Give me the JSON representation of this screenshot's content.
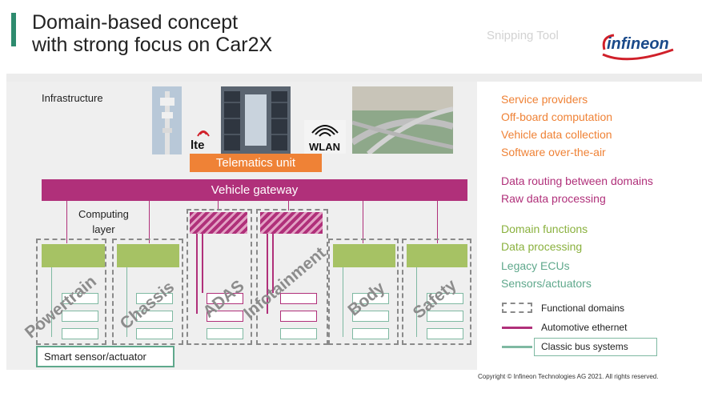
{
  "title": {
    "line1": "Domain-based concept",
    "line2": "with strong focus on Car2X"
  },
  "watermark": "Snipping Tool",
  "logo": "infineon",
  "infrastructure_label": "Infrastructure",
  "icons": {
    "lte": "lte",
    "wlan": "WLAN"
  },
  "telematics_unit": "Telematics unit",
  "vehicle_gateway": "Vehicle gateway",
  "computing_layer": {
    "line1": "Computing",
    "line2": "layer"
  },
  "domains": [
    "Powertrain",
    "Chassis",
    "ADAS",
    "Infotainment",
    "Body",
    "Safety"
  ],
  "smart_sensor": "Smart sensor/actuator",
  "right_orange": [
    "Service providers",
    "Off-board computation",
    "Vehicle data collection",
    "Software over-the-air"
  ],
  "right_magenta": [
    "Data routing between domains",
    "Raw data processing"
  ],
  "right_green": [
    "Domain functions",
    "Data processing"
  ],
  "right_teal": [
    "Legacy ECUs",
    "Sensors/actuators"
  ],
  "legend": {
    "functional": "Functional domains",
    "ethernet": "Automotive ethernet",
    "classic": "Classic bus systems"
  },
  "copyright": "Copyright © Infineon Technologies AG 2021. All rights reserved.",
  "colors": {
    "orange": "#ef8236",
    "magenta": "#b0307a",
    "green": "#a6c264",
    "teal": "#5fa88c"
  }
}
